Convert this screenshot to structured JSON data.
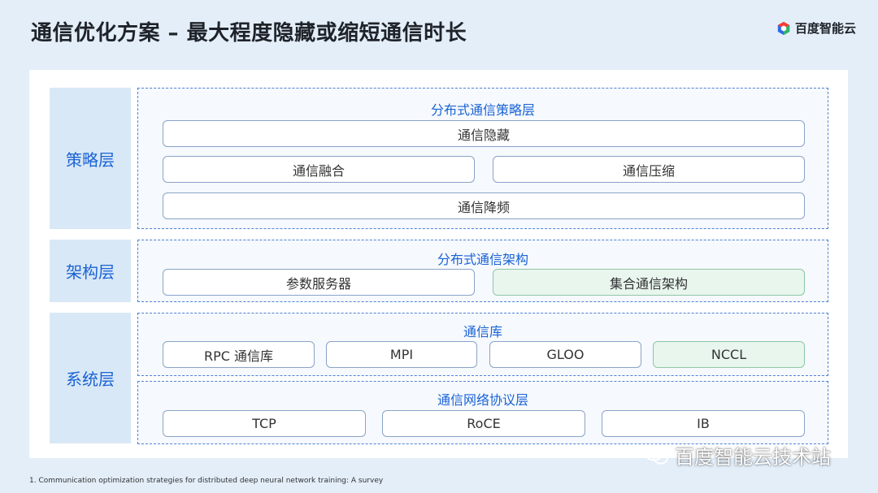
{
  "title": "通信优化方案 – 最大程度隐藏或缩短通信时长",
  "logo": {
    "text": "百度智能云",
    "icon": "baidu-cloud-hexagon-icon",
    "colors": [
      "#2e6be6",
      "#ff3b30",
      "#2fb36d"
    ]
  },
  "layers": {
    "strategy": {
      "label": "策略层",
      "group_title": "分布式通信策略层",
      "items": [
        "通信隐藏",
        "通信融合",
        "通信压缩",
        "通信降频"
      ]
    },
    "architecture": {
      "label": "架构层",
      "group_title": "分布式通信架构",
      "items": [
        "参数服务器",
        "集合通信架构"
      ]
    },
    "system": {
      "label": "系统层",
      "library": {
        "title": "通信库",
        "items": [
          "RPC 通信库",
          "MPI",
          "GLOO",
          "NCCL"
        ]
      },
      "protocol": {
        "title": "通信网络协议层",
        "items": [
          "TCP",
          "RoCE",
          "IB"
        ]
      }
    }
  },
  "colors": {
    "accent": "#1a63d6",
    "label_bg": "#d9e8f6",
    "highlight_green": "#e8f6ee",
    "background": "#e3eef9"
  },
  "watermark": "百度智能云技术站",
  "footnote": "1. Communication optimization strategies for distributed deep neural network training: A survey"
}
